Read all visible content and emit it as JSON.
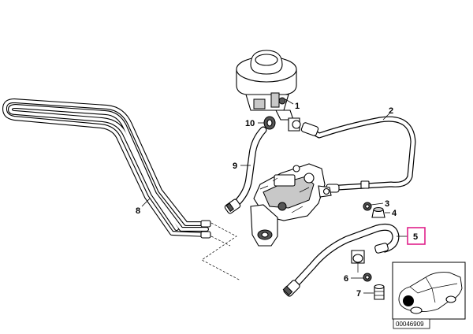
{
  "callouts": [
    {
      "label": "1"
    },
    {
      "label": "2"
    },
    {
      "label": "3"
    },
    {
      "label": "4"
    },
    {
      "label": "5"
    },
    {
      "label": "6"
    },
    {
      "label": "7"
    },
    {
      "label": "8"
    },
    {
      "label": "9"
    },
    {
      "label": "10"
    }
  ],
  "highlighted_callout": "5",
  "part_number": "00046909",
  "colors": {
    "highlight": "#e0218a",
    "line": "#000000",
    "background": "#ffffff"
  }
}
